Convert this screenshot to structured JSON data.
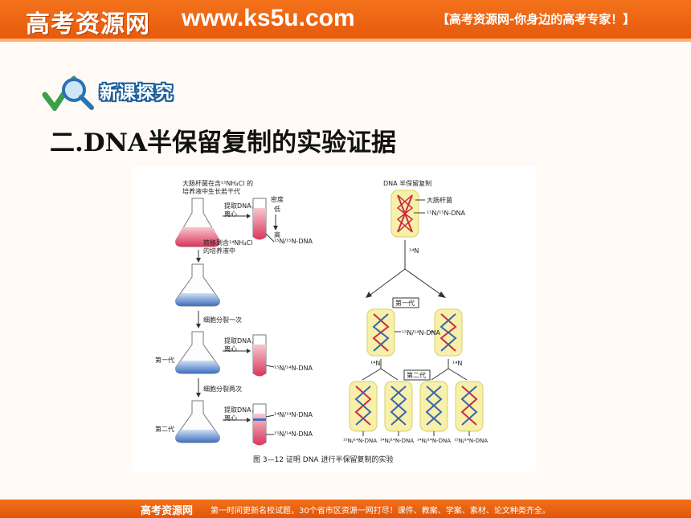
{
  "header": {
    "logo_text": "高考资源网",
    "url": "www.ks5u.com",
    "tagline": "【高考资源网-你身边的高考专家！】"
  },
  "section": {
    "banner": "新课探究",
    "title": "二.DNA半保留复制的实验证据"
  },
  "figure": {
    "left": {
      "step_start": "大肠杆菌在含¹⁵NH₄Cl 的培养液中生长若干代",
      "step_start_line1": "大肠杆菌在含¹⁵NH₄Cl 的",
      "step_start_line2": "培养液中生长若干代",
      "extract_line1": "提取DNA，",
      "extract_line2": "离心",
      "density": "密度",
      "low": "低",
      "high": "高",
      "band_top": "¹⁵N/¹⁵N-DNA",
      "transfer_line1": "转移到含¹⁴NH₄Cl",
      "transfer_line2": "的培养液中",
      "divide_once": "细胞分裂一次",
      "gen1": "第一代",
      "band_gen1": "¹⁵N/¹⁴N-DNA",
      "divide_twice": "细胞分裂两次",
      "gen2": "第二代",
      "band_gen2_a": "¹⁴N/¹⁴N-DNA",
      "band_gen2_b": "¹⁵N/¹⁴N-DNA"
    },
    "right": {
      "title": "DNA 半保留复制",
      "ecoli": "大肠杆菌",
      "parent": "¹⁵N/¹⁵N-DNA",
      "n14_top": "¹⁴N",
      "gen1": "第一代",
      "gen1_label": "¹⁵N/¹⁴N-DNA",
      "n14_left": "¹⁴N",
      "n14_right": "¹⁴N",
      "gen2": "第二代",
      "g2_1": "¹⁵N/¹⁴N-DNA",
      "g2_2": "¹⁴N/¹⁴N-DNA",
      "g2_3": "¹⁴N/¹⁴N-DNA",
      "g2_4": "¹⁵N/¹⁴N-DNA"
    },
    "caption": "图 3—12    证明 DNA 进行半保留复制的实验"
  },
  "footer": {
    "brand": "高考资源网",
    "text": "第一时间更新名校试题，30个省市区资源一网打尽！课件、教案、学案、素材、论文种类齐全。"
  },
  "colors": {
    "header": "#f4731c",
    "heavy_strand": "#cc2a45",
    "light_strand": "#3b63b3",
    "cell_fill": "#f6f0a8"
  }
}
